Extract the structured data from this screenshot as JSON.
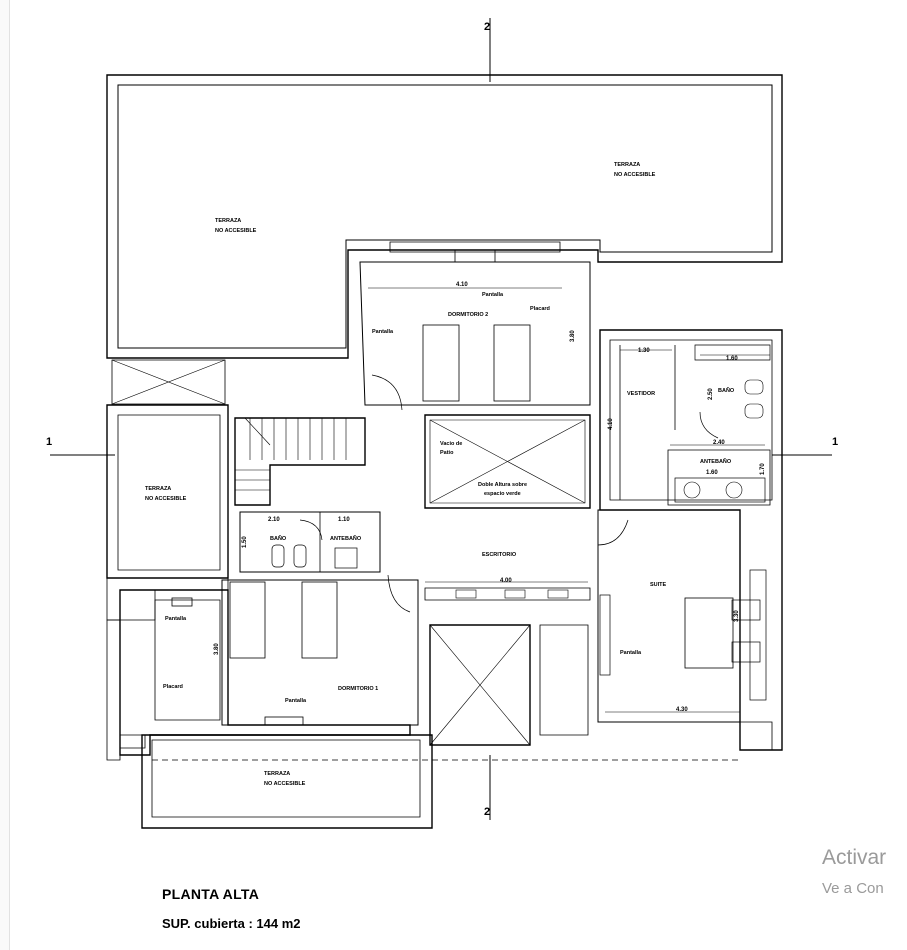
{
  "axes": {
    "horizontal": "1",
    "vertical": "2"
  },
  "rooms": {
    "terraza_top_left": [
      "TERRAZA",
      "NO ACCESIBLE"
    ],
    "terraza_top_right": [
      "TERRAZA",
      "NO ACCESIBLE"
    ],
    "terraza_left": [
      "TERRAZA",
      "NO ACCESIBLE"
    ],
    "terraza_bottom": [
      "TERRAZA",
      "NO ACCESIBLE"
    ],
    "dormitorio2": "DORMITORIO 2",
    "dormitorio1": "DORMITORIO 1",
    "vestidor": "VESTIDOR",
    "bano_suite": "BAÑO",
    "antebano_suite": "ANTEBAÑO",
    "bano": "BAÑO",
    "antebano": "ANTEBAÑO",
    "escritorio": "ESCRITORIO",
    "suite": "SUITE",
    "vacio_patio": [
      "Vacio de",
      "Patio"
    ],
    "doble_altura": [
      "Doble Altura sobre",
      "espacio verde"
    ]
  },
  "notes": {
    "pantalla_d2": "Pantalla",
    "placard_d2": "Placard",
    "pantalla_left_d2": "Pantalla",
    "pantalla_d1_top": "Pantalla",
    "placard_d1": "Placard",
    "pantalla_d1_bottom": "Pantalla",
    "pantalla_suite": "Pantalla"
  },
  "dims": {
    "d2_width": "4.10",
    "d2_height": "3.80",
    "vest_width": "1.30",
    "bano_width": "1.60",
    "vest_height": "4.10",
    "bano_height": "2.50",
    "ante_width": "2.40",
    "ante_inner": "1.60",
    "ante_height": "1.70",
    "bano_l_w": "2.10",
    "ante_l_w": "1.10",
    "bano_l_h": "1.50",
    "esc_width": "4.00",
    "d1_height": "3.80",
    "suite_bed": "3.30",
    "suite_width": "4.30"
  },
  "footer": {
    "title": "PLANTA ALTA",
    "area": "SUP. cubierta : 144 m2"
  },
  "watermark": {
    "line1": "Activar",
    "line2": "Ve a Con"
  }
}
